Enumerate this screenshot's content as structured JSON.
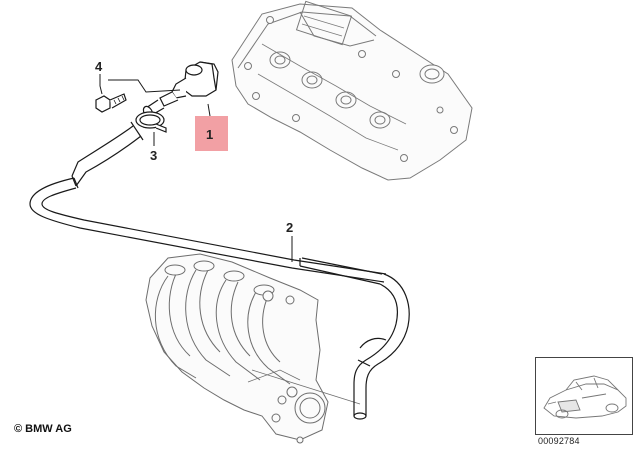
{
  "callouts": [
    {
      "id": "1",
      "label": "1",
      "highlighted": true
    },
    {
      "id": "2",
      "label": "2",
      "highlighted": false
    },
    {
      "id": "3",
      "label": "3",
      "highlighted": false
    },
    {
      "id": "4",
      "label": "4",
      "highlighted": false
    }
  ],
  "copyright": "© BMW AG",
  "reference_number": "00092784",
  "colors": {
    "highlight": "#f2a0a4",
    "line": "#1a1a1a",
    "ghost": "#8a8a8a"
  }
}
